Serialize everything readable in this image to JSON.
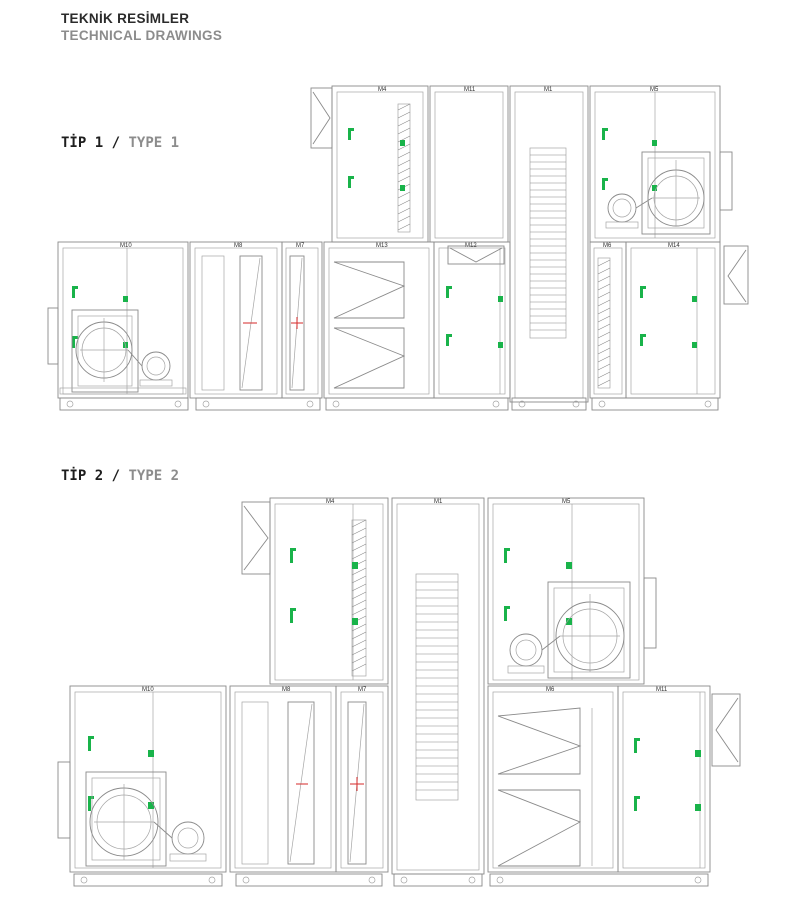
{
  "header": {
    "title_tr": "TEKNİK RESİMLER",
    "title_en": "TECHNICAL DRAWINGS"
  },
  "type1": {
    "label_tr": "TİP 1",
    "separator": "/",
    "label_en": "TYPE 1",
    "modules": {
      "m4": "M4",
      "m11": "M11",
      "m1": "M1",
      "m5": "M5",
      "m10": "M10",
      "m8": "M8",
      "m7": "M7",
      "m13": "M13",
      "m12": "M12",
      "m6": "M6",
      "m14": "M14"
    }
  },
  "type2": {
    "label_tr": "TİP 2",
    "separator": "/",
    "label_en": "TYPE 2",
    "modules": {
      "m4": "M4",
      "m1": "M1",
      "m5": "M5",
      "m10": "M10",
      "m8": "M8",
      "m7": "M7",
      "m6": "M6",
      "m11": "M11"
    }
  },
  "colors": {
    "marker": "#19b34a",
    "cross": "#d42a2a",
    "line": "#8a8a8a"
  }
}
